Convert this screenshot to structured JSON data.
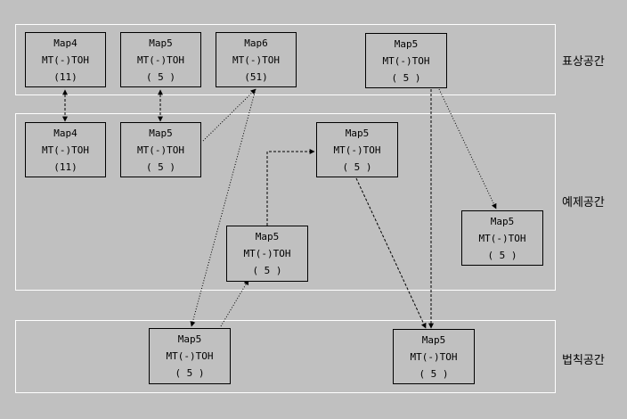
{
  "regions": [
    {
      "id": "r1",
      "label": "표상공간"
    },
    {
      "id": "r2",
      "label": "예제공간"
    },
    {
      "id": "r3",
      "label": "법칙공간"
    }
  ],
  "nodes": [
    {
      "id": "n1",
      "map": "Map4",
      "method": "MT(-)TOH",
      "value": "(11)"
    },
    {
      "id": "n2",
      "map": "Map5",
      "method": "MT(-)TOH",
      "value": "( 5 )"
    },
    {
      "id": "n3",
      "map": "Map6",
      "method": "MT(-)TOH",
      "value": "(51)"
    },
    {
      "id": "n4",
      "map": "Map5",
      "method": "MT(-)TOH",
      "value": "( 5 )"
    },
    {
      "id": "n5",
      "map": "Map4",
      "method": "MT(-)TOH",
      "value": "(11)"
    },
    {
      "id": "n6",
      "map": "Map5",
      "method": "MT(-)TOH",
      "value": "( 5 )"
    },
    {
      "id": "n7",
      "map": "Map5",
      "method": "MT(-)TOH",
      "value": "( 5 )"
    },
    {
      "id": "n8",
      "map": "Map5",
      "method": "MT(-)TOH",
      "value": "( 5 )"
    },
    {
      "id": "n9",
      "map": "Map5",
      "method": "MT(-)TOH",
      "value": "( 5 )"
    },
    {
      "id": "n10",
      "map": "Map5",
      "method": "MT(-)TOH",
      "value": "( 5 )"
    },
    {
      "id": "n11",
      "map": "Map5",
      "method": "MT(-)TOH",
      "value": "( 5 )"
    }
  ],
  "edges": [
    {
      "from": "n1",
      "to": "n5",
      "style": "dashed",
      "direction": "both"
    },
    {
      "from": "n2",
      "to": "n6",
      "style": "dashed",
      "direction": "both"
    },
    {
      "from": "n6",
      "to": "n3",
      "style": "dotted",
      "direction": "forward"
    },
    {
      "from": "n3",
      "to": "n10",
      "style": "dotted",
      "direction": "forward"
    },
    {
      "from": "n10",
      "to": "n8",
      "style": "dotted",
      "direction": "forward"
    },
    {
      "from": "n8",
      "to": "n7",
      "style": "dashed",
      "direction": "forward"
    },
    {
      "from": "n7",
      "to": "n11",
      "style": "dashed",
      "direction": "forward"
    },
    {
      "from": "n4",
      "to": "n11",
      "style": "dashed",
      "direction": "forward"
    },
    {
      "from": "n4",
      "to": "n9",
      "style": "dotted",
      "direction": "forward"
    }
  ]
}
